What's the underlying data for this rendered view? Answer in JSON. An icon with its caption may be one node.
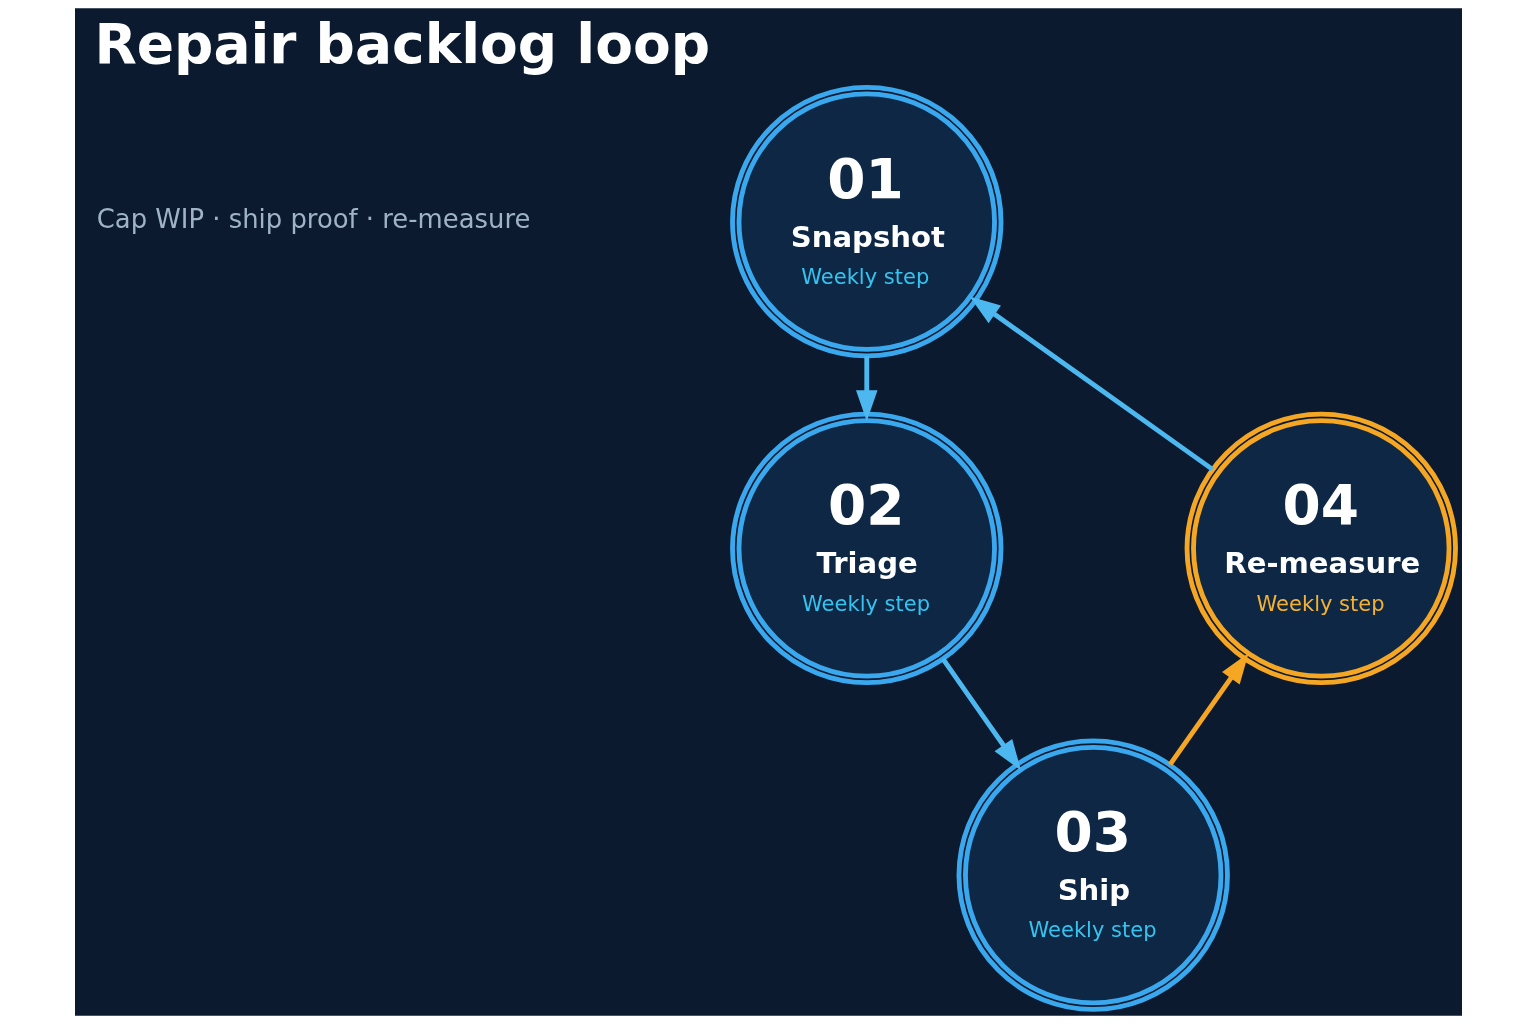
{
  "diagram": {
    "title": "Repair backlog loop",
    "nodes": [
      {
        "text": [
          "01",
          "Snapshot",
          "Weekly step"
        ]
      },
      {
        "text": [
          "02",
          "Triage",
          "Weekly step"
        ]
      },
      {
        "text": [
          "03",
          "Ship",
          "Weekly step"
        ]
      },
      {
        "text": [
          "04",
          "Re-measure",
          "Weekly step"
        ]
      }
    ],
    "edges": [
      {
        "from": 0,
        "to": 1,
        "arrow": "to"
      },
      {
        "from": 1,
        "to": 2,
        "arrow": "to"
      },
      {
        "from": 2,
        "to": 3,
        "arrow": "to",
        "color": "#f5a623"
      },
      {
        "from": 3,
        "to": 0,
        "arrow": "to"
      }
    ],
    "labels": [
      "Cap WIP · ship proof · re-measure"
    ]
  }
}
